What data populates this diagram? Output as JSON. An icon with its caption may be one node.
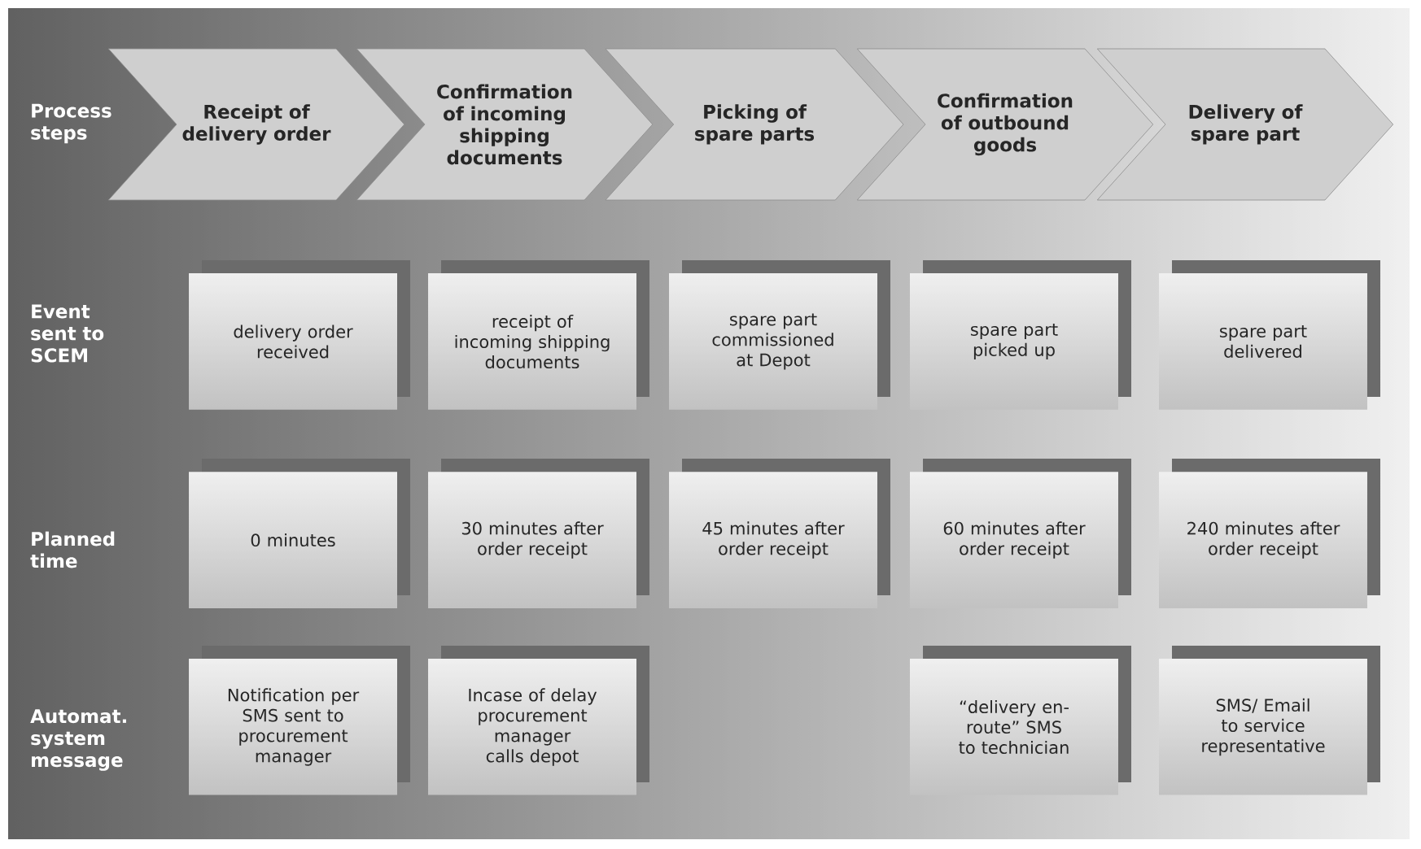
{
  "diagram": {
    "nodes": [
      {
        "text": [
          "Receipt of delivery order"
        ]
      },
      {
        "text": [
          "Confirmation of incoming shipping documents"
        ]
      },
      {
        "text": [
          "Picking of spare parts"
        ]
      },
      {
        "text": [
          "Confirmation of outbound goods"
        ]
      },
      {
        "text": [
          "Delivery of spare part"
        ]
      },
      {
        "text": [
          "delivery order received"
        ]
      },
      {
        "text": [
          "receipt of incoming shipping documents"
        ]
      },
      {
        "text": [
          "spare part commissioned at Depot"
        ]
      },
      {
        "text": [
          "spare part picked up"
        ]
      },
      {
        "text": [
          "spare part delivered"
        ]
      },
      {
        "text": [
          "0 minutes"
        ]
      },
      {
        "text": [
          "30 minutes after order receipt"
        ]
      },
      {
        "text": [
          "45 minutes after order receipt"
        ]
      },
      {
        "text": [
          "60 minutes after order receipt"
        ]
      },
      {
        "text": [
          "240 minutes after order receipt"
        ]
      },
      {
        "text": [
          "Notification per SMS sent to procurement manager"
        ]
      },
      {
        "text": [
          "Incase of delay procurement manager calls depot"
        ]
      },
      {
        "text": [
          "“delivery en-route” SMS to technician"
        ]
      },
      {
        "text": [
          "SMS/ Email to service representative"
        ]
      }
    ],
    "labels": [
      "Process steps",
      "Event sent to SCEM",
      "Planned time",
      "Automat. system message"
    ]
  }
}
